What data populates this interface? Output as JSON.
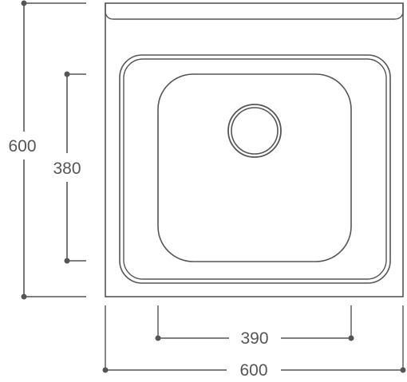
{
  "dimensions": {
    "overall_height": "600",
    "bowl_height": "380",
    "bowl_width": "390",
    "overall_width": "600"
  },
  "colors": {
    "line": "#555555",
    "background": "#ffffff"
  }
}
